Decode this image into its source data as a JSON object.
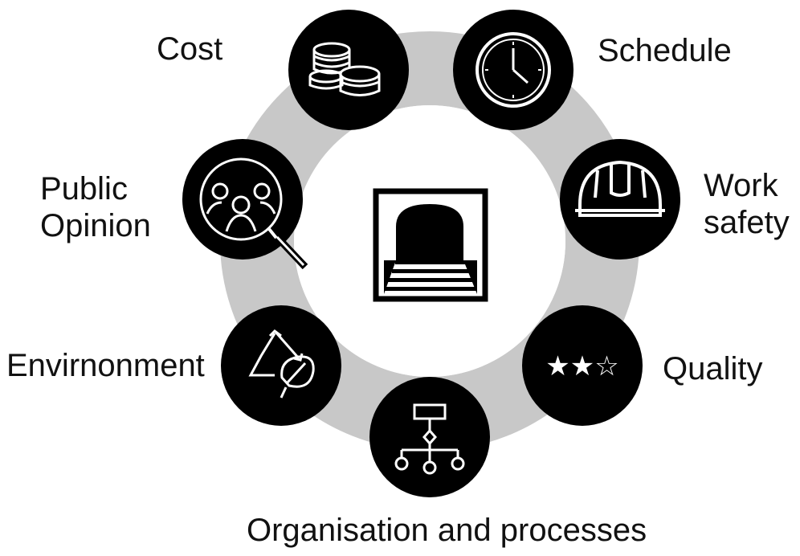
{
  "diagram": {
    "center_icon": "tunnel-icon",
    "ring_color": "#c8c8c8",
    "node_color": "#000000",
    "nodes": [
      {
        "id": "cost",
        "icon": "coins-icon",
        "label_lines": [
          "Cost"
        ]
      },
      {
        "id": "schedule",
        "icon": "clock-icon",
        "label_lines": [
          "Schedule"
        ]
      },
      {
        "id": "work-safety",
        "icon": "hard-hat-icon",
        "label_lines": [
          "Work",
          "safety"
        ]
      },
      {
        "id": "quality",
        "icon": "stars-icon",
        "icon_text": "★★☆",
        "label_lines": [
          "Quality"
        ]
      },
      {
        "id": "organisation",
        "icon": "flowchart-icon",
        "label_lines": [
          "Organisation and processes"
        ]
      },
      {
        "id": "environment",
        "icon": "recycle-leaf-icon",
        "label_lines": [
          "Envirnonment"
        ]
      },
      {
        "id": "public-opinion",
        "icon": "people-magnifier-icon",
        "label_lines": [
          "Public",
          "Opinion"
        ]
      }
    ]
  }
}
